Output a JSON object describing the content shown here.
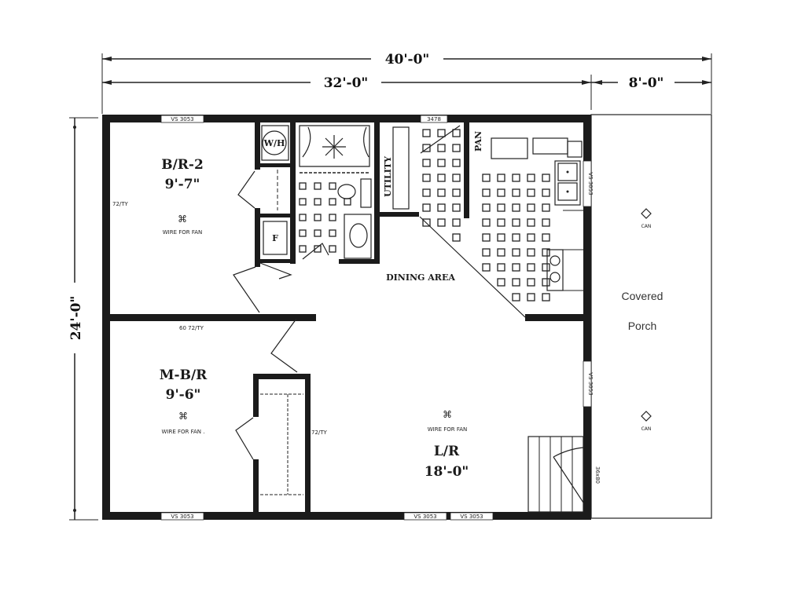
{
  "plan": {
    "overall_width": "40'-0\"",
    "house_width": "32'-0\"",
    "porch_width": "8'-0\"",
    "depth": "24'-0\""
  },
  "rooms": {
    "bedroom2": {
      "name": "B/R-2",
      "size": "9'-7\"",
      "fan": "WIRE FOR FAN"
    },
    "master": {
      "name": "M-B/R",
      "size": "9'-6\"",
      "fan": "WIRE FOR FAN ."
    },
    "living": {
      "name": "L/R",
      "size": "18'-0\"",
      "fan": "WIRE FOR FAN"
    },
    "dining": {
      "name": "DINING AREA"
    },
    "utility": {
      "name": "UTILITY"
    },
    "pantry": {
      "name": "PAN"
    },
    "water_heater": {
      "name": "W/H"
    },
    "furnace": {
      "name": "F"
    },
    "porch": {
      "line1": "Covered",
      "line2": "Porch"
    }
  },
  "windows": {
    "top_br2": "VS 3053",
    "top_kitchen": "3478",
    "right_kitchen": "VS 3053",
    "right_living": "VS 3053",
    "bottom_mbr": "VS 3053",
    "bottom_lr1": "VS 3053",
    "bottom_lr2": "VS 3053",
    "door_right": "36x80",
    "br2_side": "72/TY",
    "hall_wall": "60 72/TY",
    "closet_side": "72/TY"
  },
  "fixtures": {
    "can1": "CAN",
    "can2": "CAN"
  }
}
